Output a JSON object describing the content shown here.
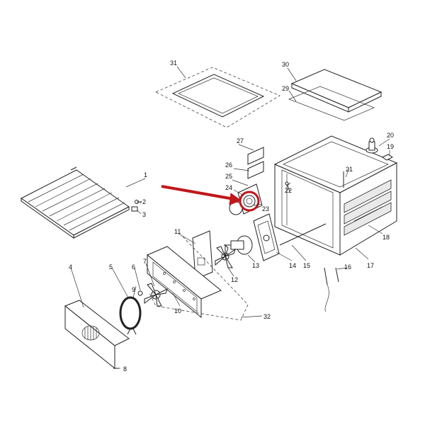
{
  "callouts": [
    "1",
    "2",
    "3",
    "4",
    "5",
    "6",
    "7",
    "8",
    "9",
    "10",
    "11",
    "12",
    "13",
    "14",
    "15",
    "16",
    "17",
    "18",
    "19",
    "20",
    "21",
    "22",
    "23",
    "24",
    "25",
    "26",
    "27",
    "29",
    "30",
    "31",
    "32"
  ],
  "highlight_color": "#c0171b"
}
